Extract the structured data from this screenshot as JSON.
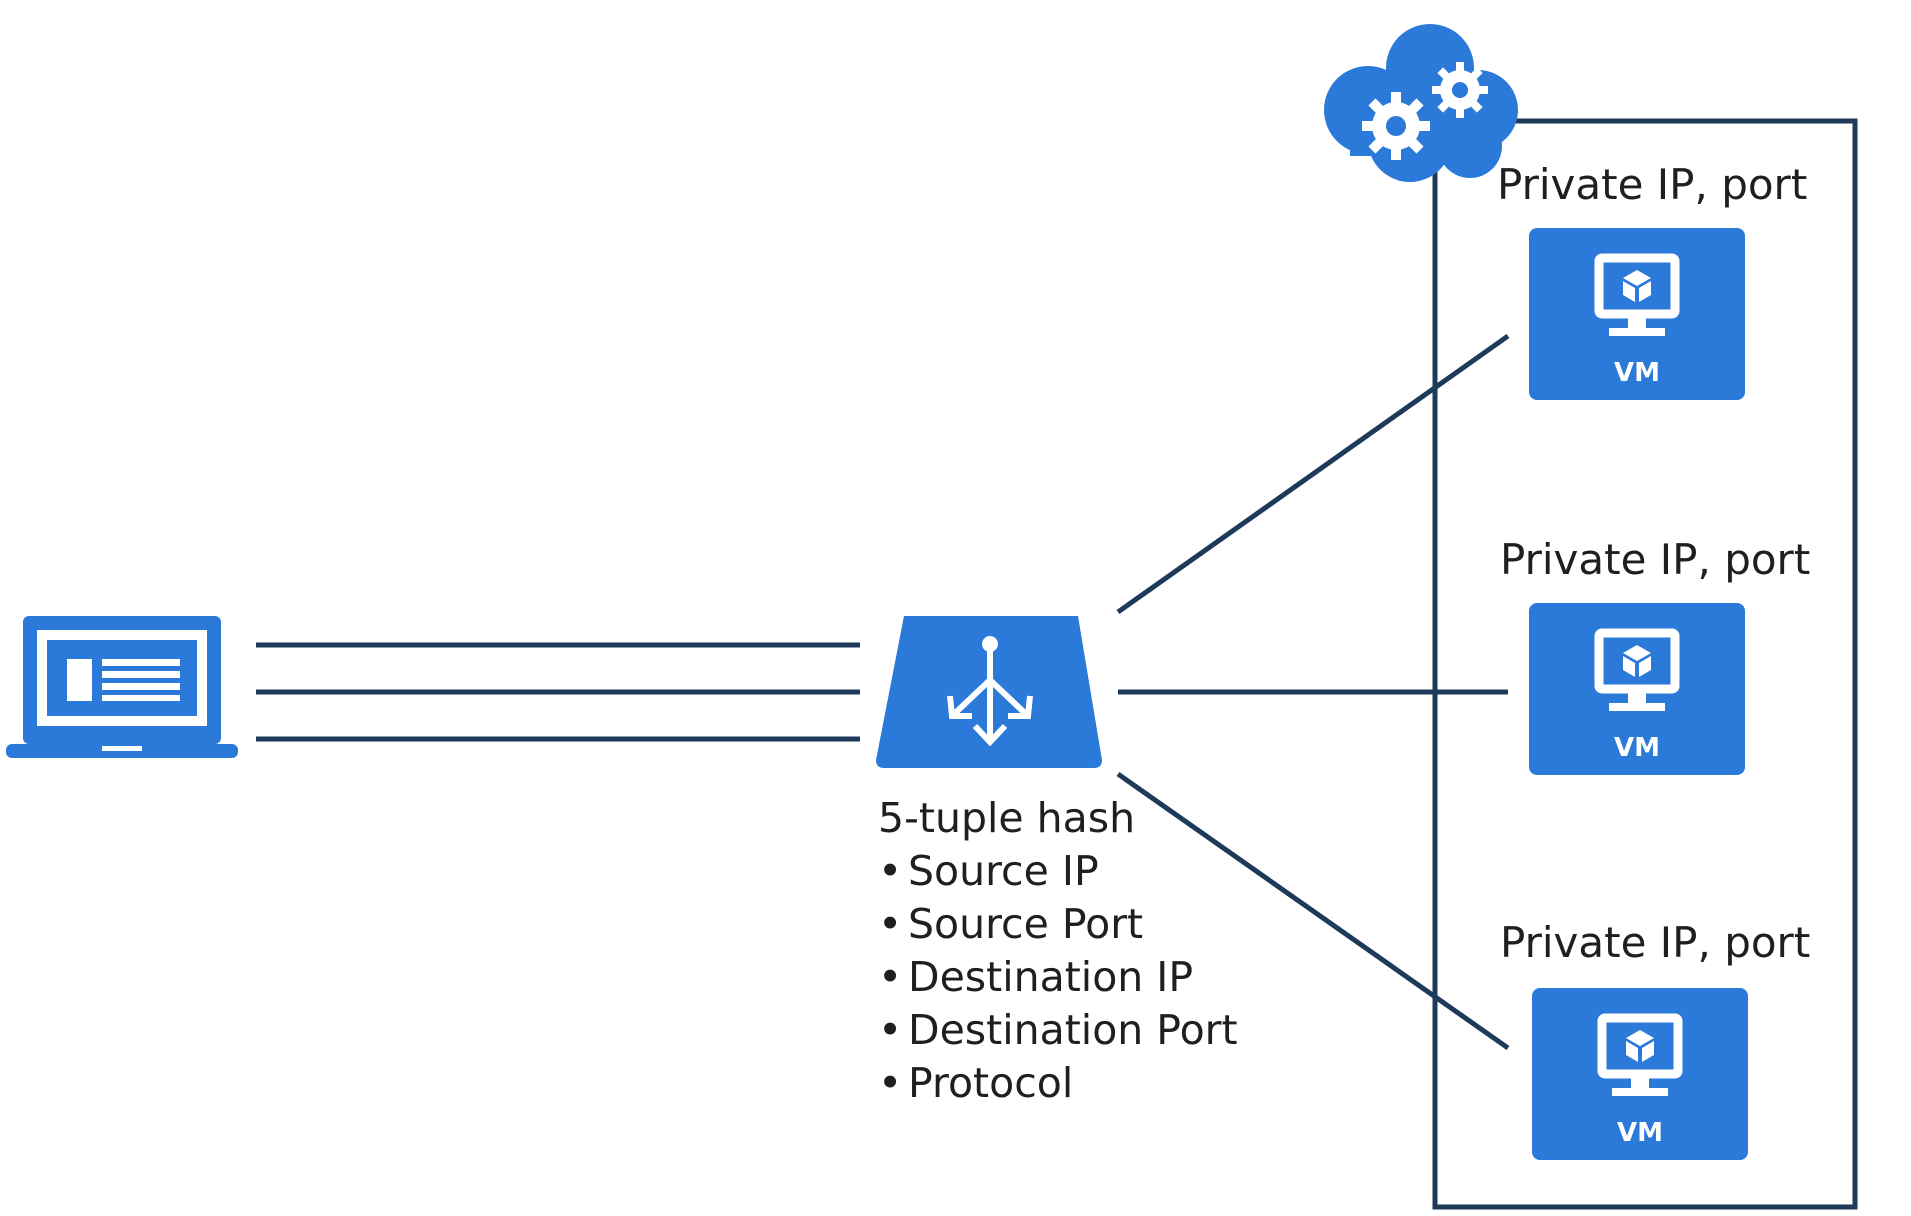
{
  "colors": {
    "accent": "#2b79d8",
    "line": "#1e3a5a",
    "text": "#1f1f1f"
  },
  "load_balancer": {
    "icon": "load-balancer-icon",
    "hash_title": "5-tuple hash",
    "hash_fields": [
      "Source IP",
      "Source Port",
      "Destination IP",
      "Destination Port",
      "Protocol"
    ]
  },
  "client": {
    "icon": "laptop-icon"
  },
  "cloud": {
    "icon": "cloud-gears-icon"
  },
  "vms": [
    {
      "label": "Private IP, port",
      "caption": "VM",
      "icon": "vm-monitor-icon"
    },
    {
      "label": "Private IP, port",
      "caption": "VM",
      "icon": "vm-monitor-icon"
    },
    {
      "label": "Private IP, port",
      "caption": "VM",
      "icon": "vm-monitor-icon"
    }
  ]
}
